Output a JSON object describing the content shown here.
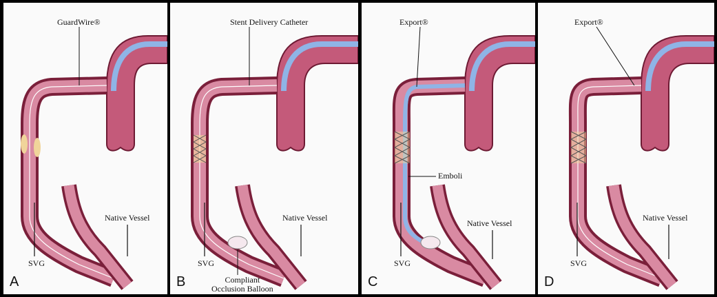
{
  "panels": [
    {
      "letter": "A",
      "top_label": "GuardWire®",
      "native_vessel_label": "Native Vessel",
      "svg_label": "SVG"
    },
    {
      "letter": "B",
      "top_label": "Stent Delivery Catheter",
      "native_vessel_label": "Native Vessel",
      "svg_label": "SVG",
      "balloon_label_line1": "Compliant",
      "balloon_label_line2": "Occlusion Balloon"
    },
    {
      "letter": "C",
      "top_label": "Export®",
      "native_vessel_label": "Native Vessel",
      "svg_label": "SVG",
      "emboli_label": "Emboli"
    },
    {
      "letter": "D",
      "top_label": "Export®",
      "native_vessel_label": "Native Vessel",
      "svg_label": "SVG"
    }
  ],
  "colors": {
    "vessel_dark": "#7a1f3a",
    "vessel_mid": "#b84f6e",
    "vessel_light": "#e8a7b8",
    "catheter_blue": "#8fb4e6",
    "plaque": "#f0d49a"
  }
}
